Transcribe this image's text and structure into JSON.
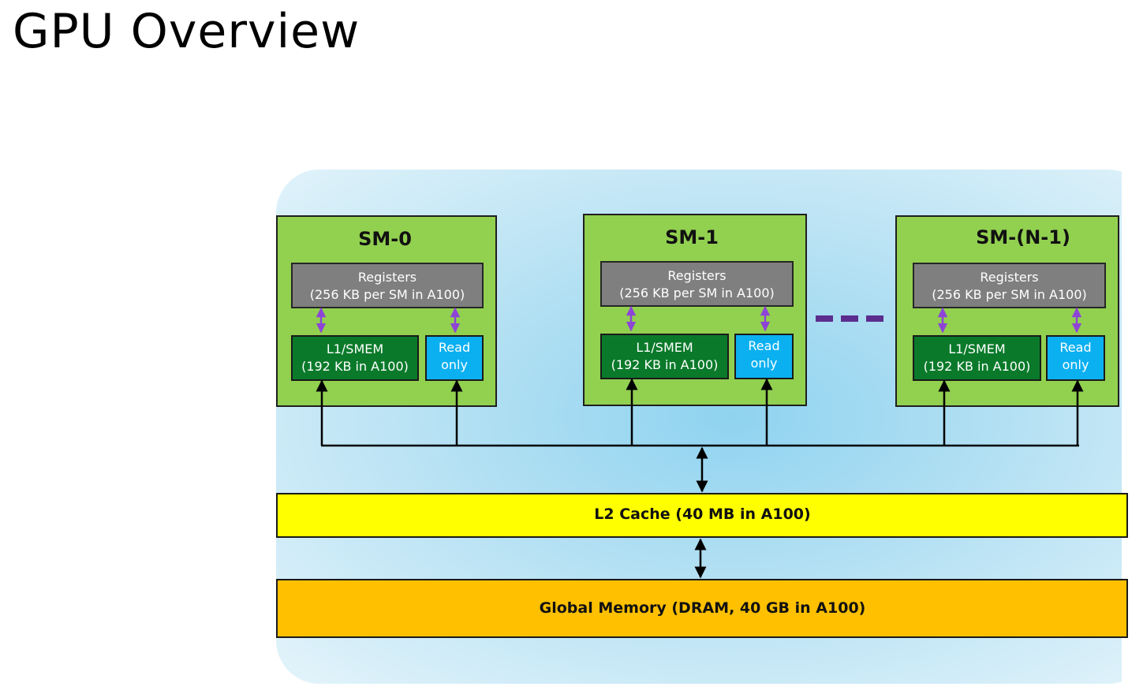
{
  "title": "GPU Overview",
  "diagram": {
    "sms": [
      {
        "name": "SM-0",
        "registers_line1": "Registers",
        "registers_line2": "(256 KB per SM in A100)",
        "l1_line1": "L1/SMEM",
        "l1_line2": "(192 KB in A100)",
        "readonly_line1": "Read",
        "readonly_line2": "only"
      },
      {
        "name": "SM-1",
        "registers_line1": "Registers",
        "registers_line2": "(256 KB per SM in A100)",
        "l1_line1": "L1/SMEM",
        "l1_line2": "(192 KB in A100)",
        "readonly_line1": "Read",
        "readonly_line2": "only"
      },
      {
        "name": "SM-(N-1)",
        "registers_line1": "Registers",
        "registers_line2": "(256 KB per SM in A100)",
        "l1_line1": "L1/SMEM",
        "l1_line2": "(192 KB in A100)",
        "readonly_line1": "Read",
        "readonly_line2": "only"
      }
    ],
    "l2_cache": "L2 Cache (40 MB in A100)",
    "global_memory": "Global Memory (DRAM, 40 GB in A100)",
    "colors": {
      "sm_fill": "#92d050",
      "registers_fill": "#7f7f7f",
      "l1_fill": "#0a7a2a",
      "readonly_fill": "#0bb0f0",
      "l2_fill": "#ffff00",
      "global_memory_fill": "#ffc000",
      "ellipsis_dash": "#5b2d8e",
      "register_arrow": "#8e44d6",
      "bus_line": "#000000",
      "background_center": "#8fd3f0",
      "background_edge": "#e4f4fb"
    }
  }
}
